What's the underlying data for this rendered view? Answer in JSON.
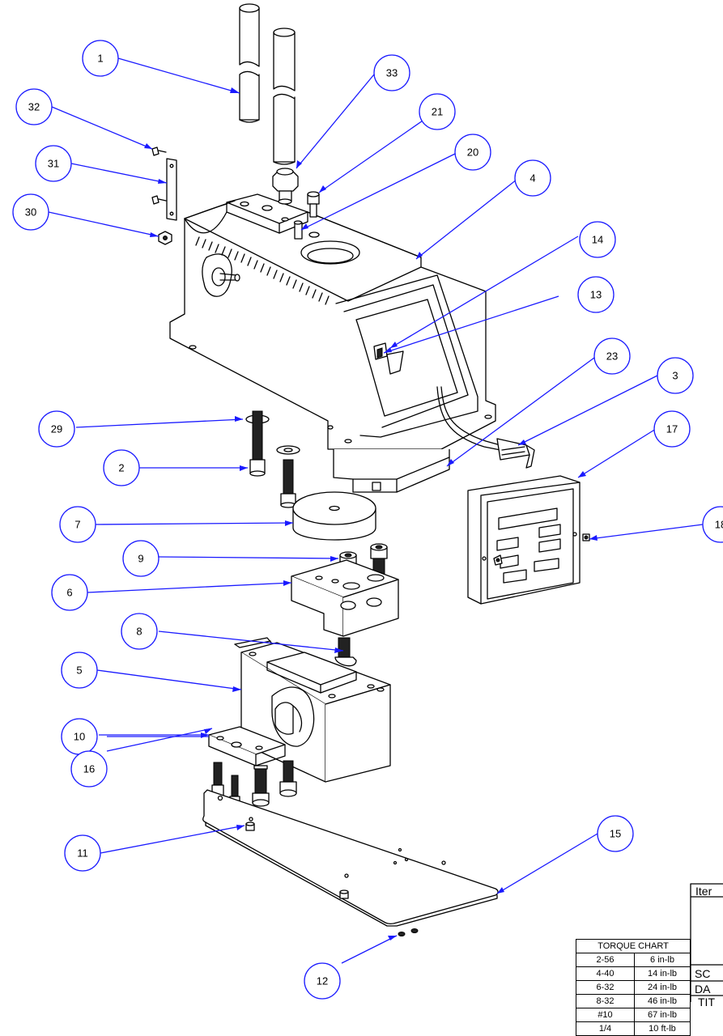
{
  "balloons": [
    {
      "id": "balloon-1",
      "n": "1"
    },
    {
      "id": "balloon-33",
      "n": "33"
    },
    {
      "id": "balloon-21",
      "n": "21"
    },
    {
      "id": "balloon-32",
      "n": "32"
    },
    {
      "id": "balloon-20",
      "n": "20"
    },
    {
      "id": "balloon-31",
      "n": "31"
    },
    {
      "id": "balloon-4",
      "n": "4"
    },
    {
      "id": "balloon-30",
      "n": "30"
    },
    {
      "id": "balloon-14",
      "n": "14"
    },
    {
      "id": "balloon-13",
      "n": "13"
    },
    {
      "id": "balloon-23",
      "n": "23"
    },
    {
      "id": "balloon-3",
      "n": "3"
    },
    {
      "id": "balloon-29",
      "n": "29"
    },
    {
      "id": "balloon-17",
      "n": "17"
    },
    {
      "id": "balloon-2",
      "n": "2"
    },
    {
      "id": "balloon-7",
      "n": "7"
    },
    {
      "id": "balloon-18",
      "n": "18"
    },
    {
      "id": "balloon-9",
      "n": "9"
    },
    {
      "id": "balloon-6",
      "n": "6"
    },
    {
      "id": "balloon-8",
      "n": "8"
    },
    {
      "id": "balloon-5",
      "n": "5"
    },
    {
      "id": "balloon-10",
      "n": "10"
    },
    {
      "id": "balloon-16",
      "n": "16"
    },
    {
      "id": "balloon-15",
      "n": "15"
    },
    {
      "id": "balloon-11",
      "n": "11"
    },
    {
      "id": "balloon-12",
      "n": "12"
    }
  ],
  "torque_chart": {
    "title": "TORQUE CHART",
    "rows": [
      {
        "size": "2-56",
        "torque": "6 in-lb"
      },
      {
        "size": "4-40",
        "torque": "14 in-lb"
      },
      {
        "size": "6-32",
        "torque": "24 in-lb"
      },
      {
        "size": "8-32",
        "torque": "46 in-lb"
      },
      {
        "size": "#10",
        "torque": "67 in-lb"
      },
      {
        "size": "1/4",
        "torque": "10 ft-lb"
      }
    ]
  },
  "title_block": {
    "item_label": "Iter",
    "scale_label": "SC",
    "date_label": "DA",
    "title_label": "TIT"
  },
  "colors": {
    "balloon": "#1a1aff",
    "line": "#000000"
  }
}
